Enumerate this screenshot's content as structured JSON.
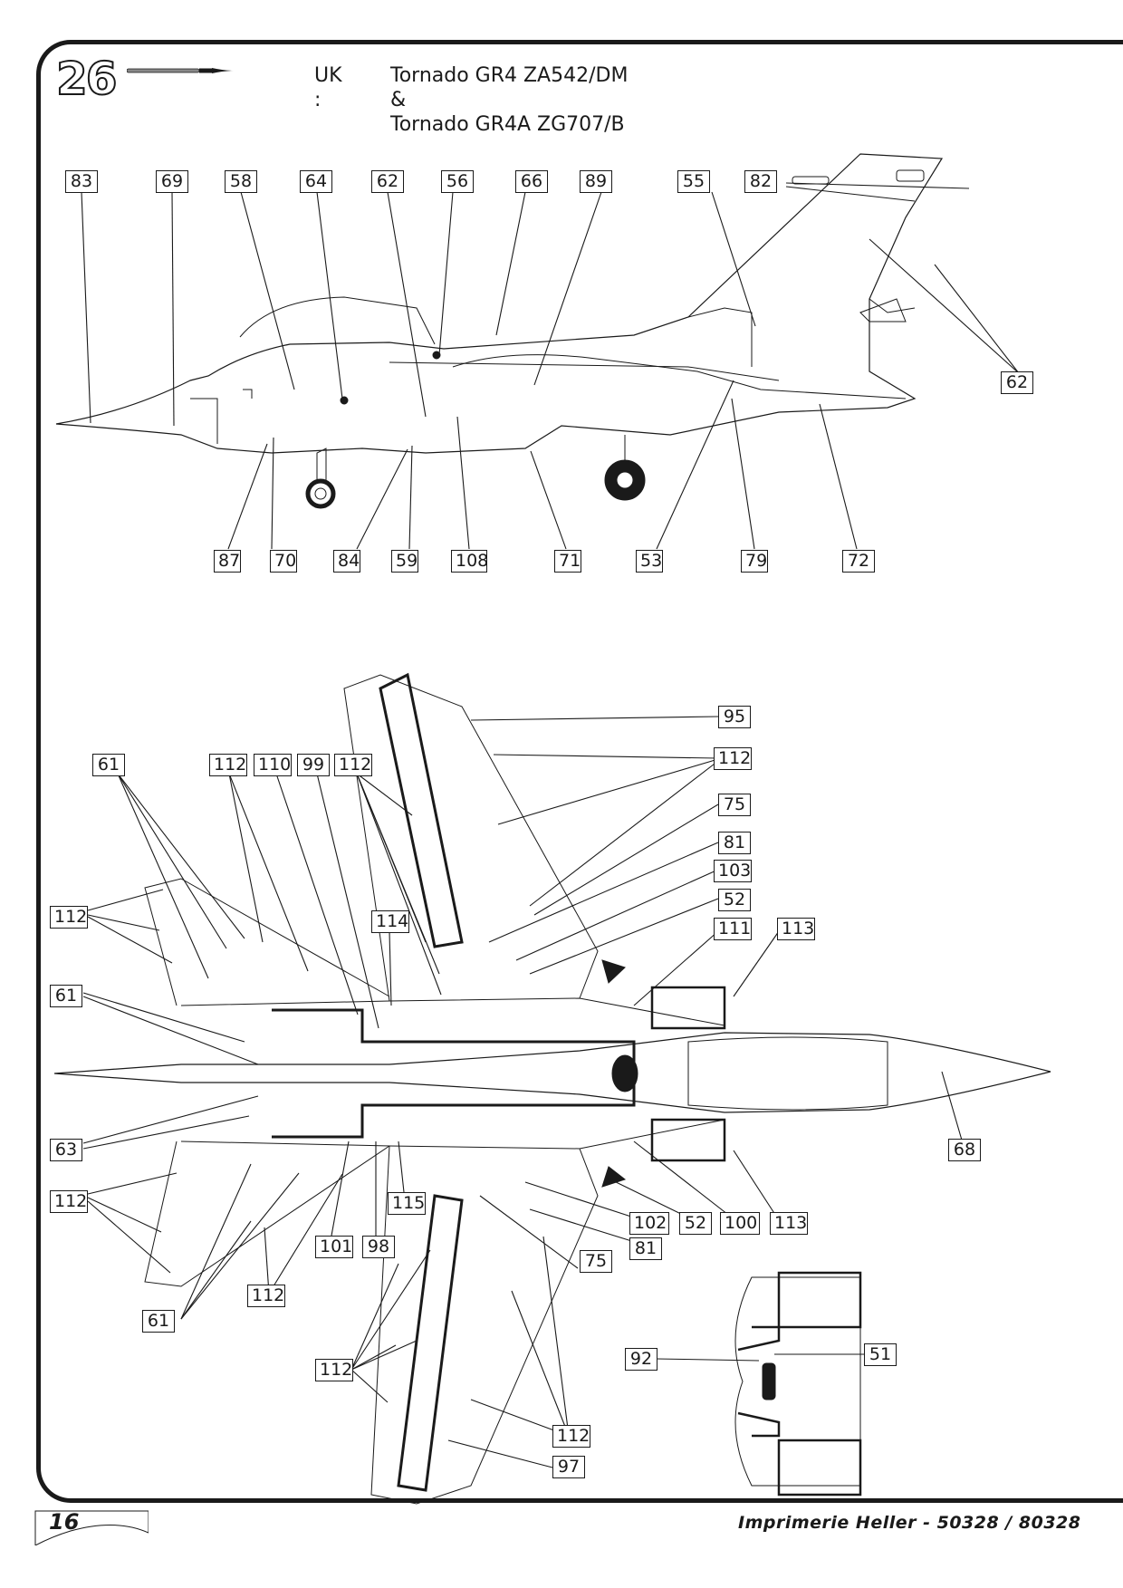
{
  "header": {
    "step_number": "26",
    "brush_icon": "paintbrush-icon",
    "country_prefix": "UK :",
    "title_line1": "Tornado GR4 ZA542/DM",
    "title_line2": "&",
    "title_line3": "Tornado GR4A ZG707/B"
  },
  "side_view": {
    "top_callouts": [
      "83",
      "69",
      "58",
      "64",
      "62",
      "56",
      "66",
      "89",
      "55",
      "82"
    ],
    "right_callouts": [
      "62"
    ],
    "bottom_callouts": [
      "87",
      "70",
      "84",
      "59",
      "108",
      "71",
      "53",
      "79",
      "72"
    ]
  },
  "plan_view": {
    "left_callouts": [
      "61",
      "112",
      "61",
      "63",
      "112",
      "61"
    ],
    "top_callouts": [
      "112",
      "110",
      "99",
      "112",
      "114"
    ],
    "right_callouts": [
      "95",
      "112",
      "75",
      "81",
      "103",
      "52",
      "111",
      "113",
      "68"
    ],
    "bottom_callouts": [
      "115",
      "101",
      "98",
      "102",
      "52",
      "100",
      "113",
      "81",
      "75",
      "112",
      "112",
      "112",
      "97"
    ]
  },
  "detail_view": {
    "callouts": [
      "92",
      "51"
    ]
  },
  "footer": {
    "page_number": "16",
    "publisher": "Imprimerie Heller - 50328 / 80328"
  }
}
